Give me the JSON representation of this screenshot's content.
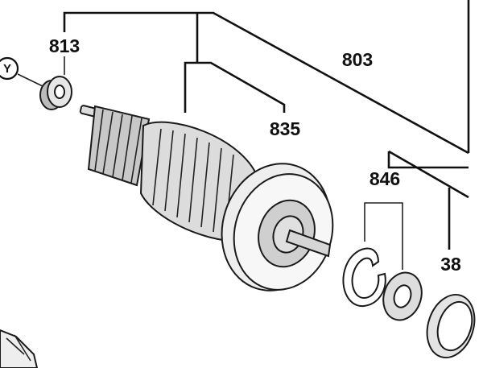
{
  "diagram": {
    "labels": {
      "bearing": "813",
      "armature_group": "803",
      "armature": "835",
      "retaining_parts": "846",
      "ring": "38",
      "reference": "Y"
    }
  }
}
